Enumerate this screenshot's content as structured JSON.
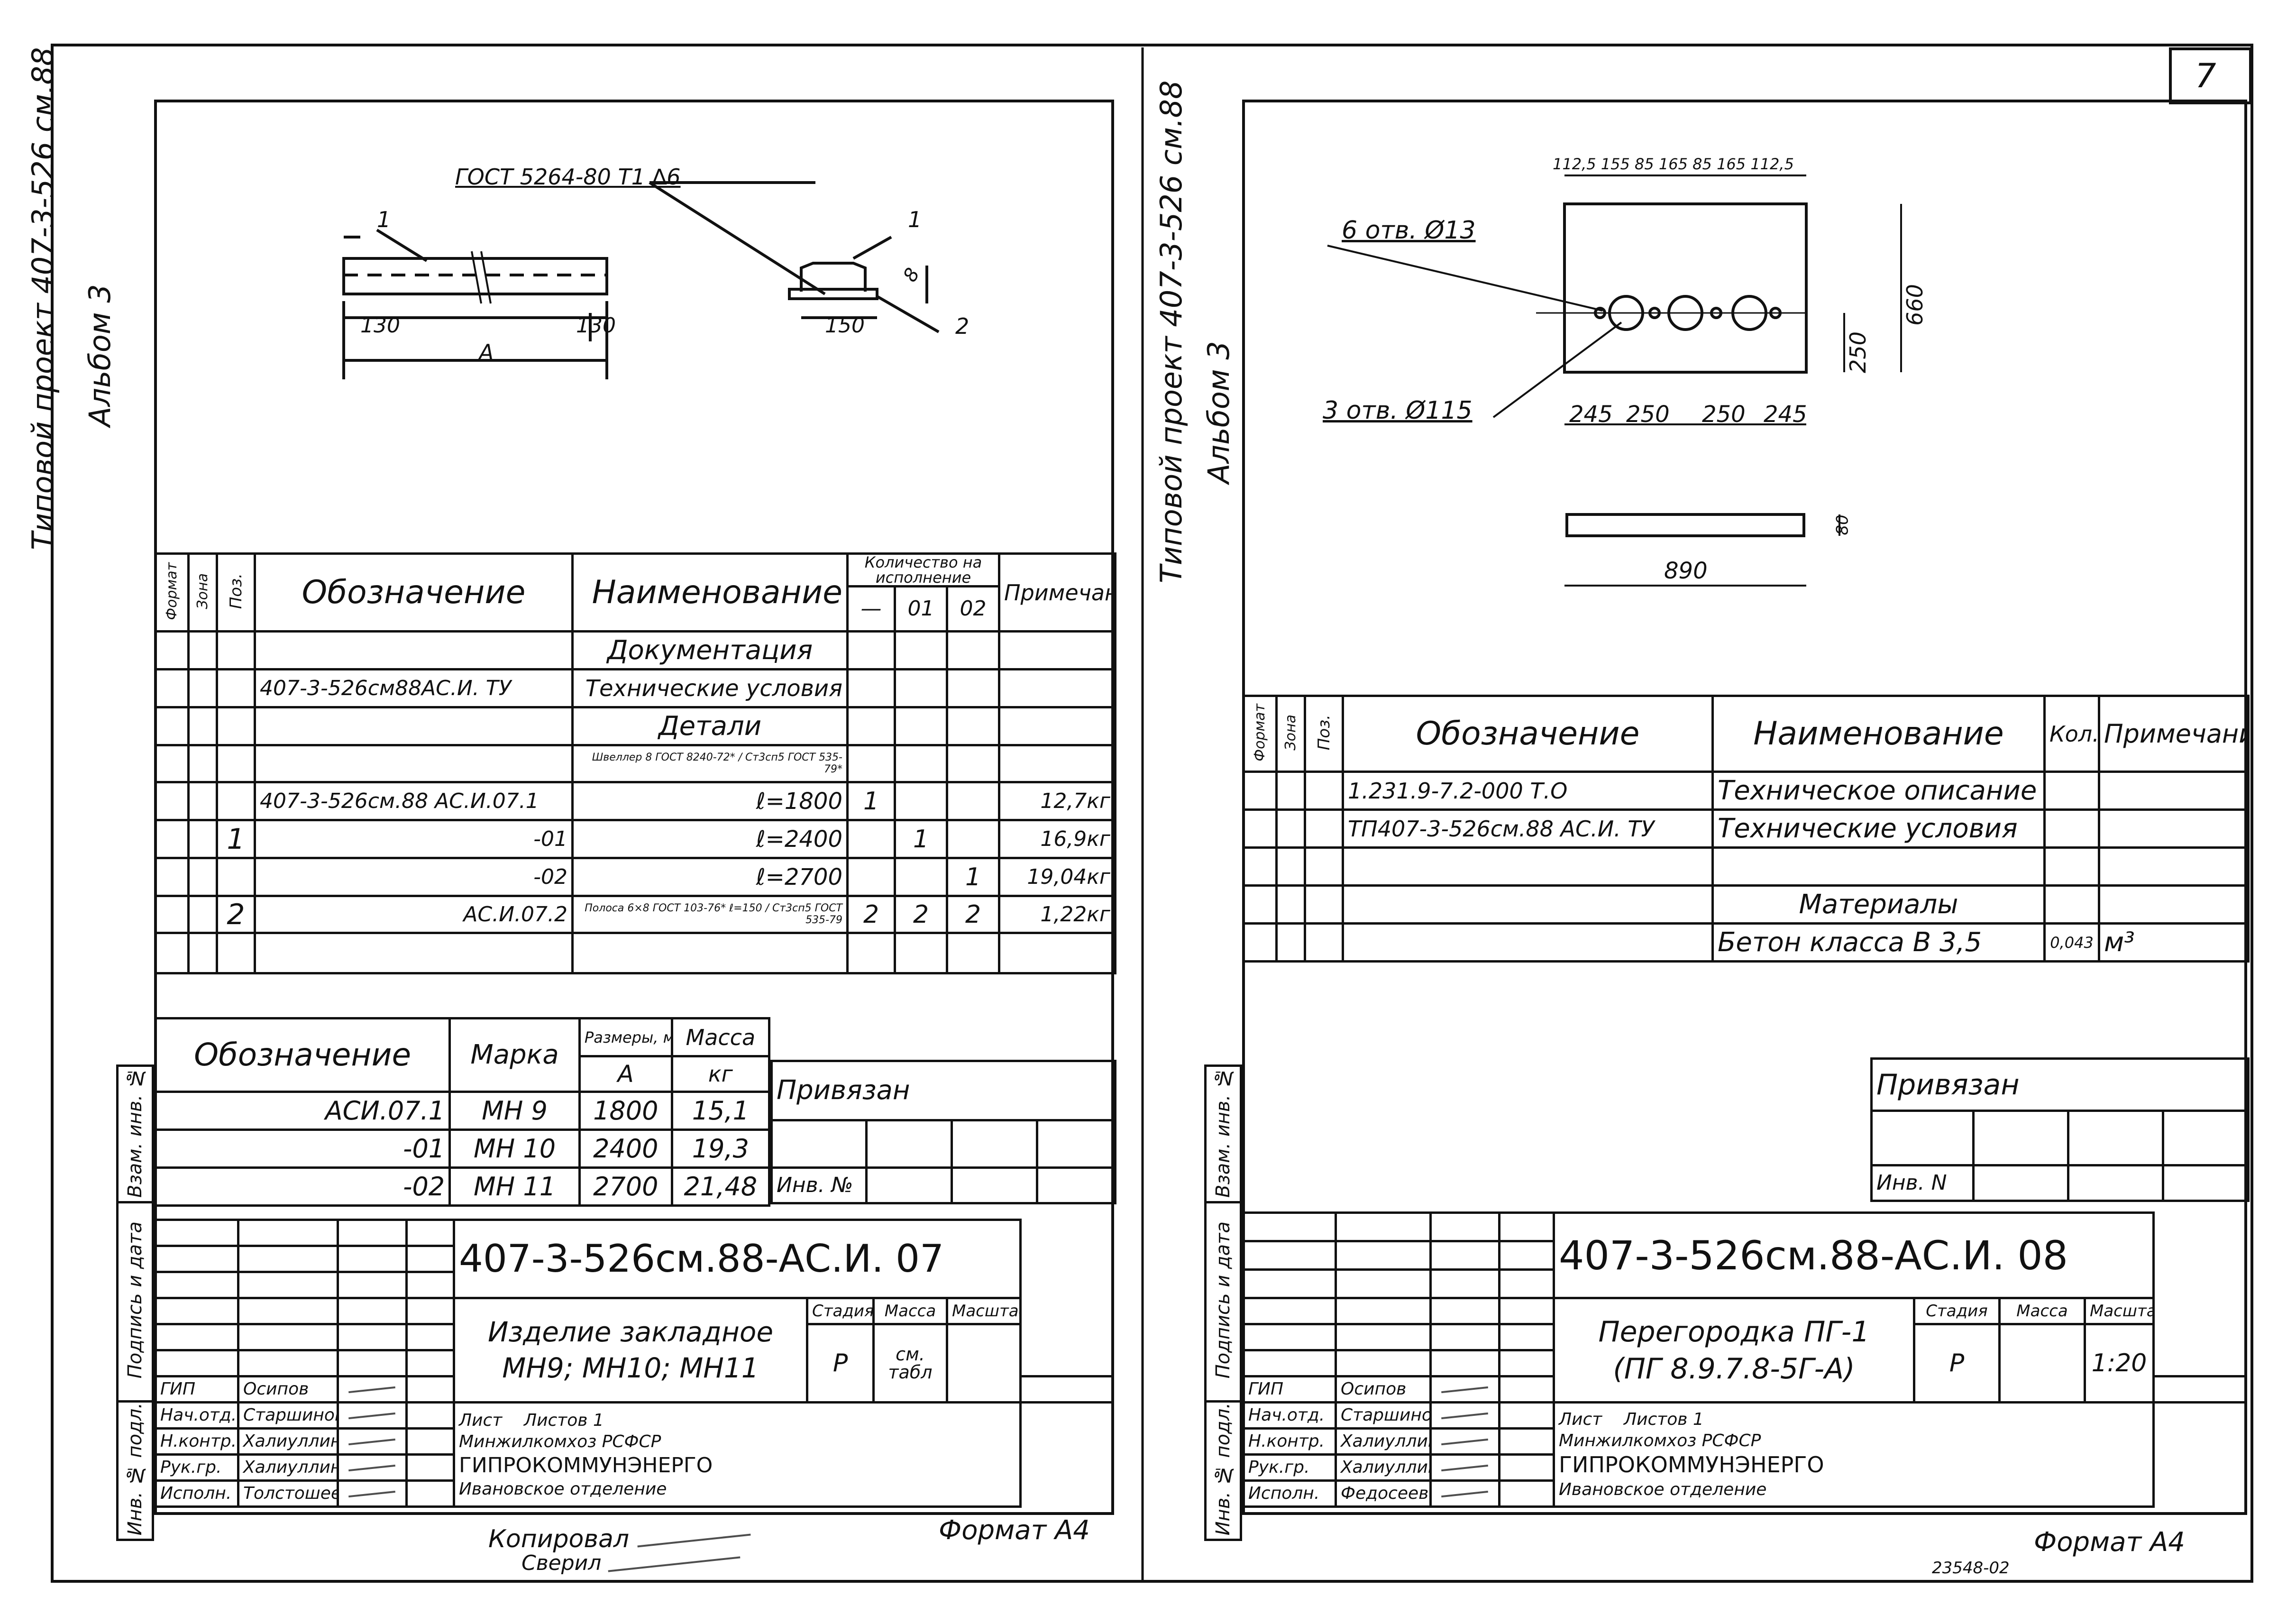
{
  "page_number": "7",
  "bottom_code": "23548-02",
  "left_sheet": {
    "album_title_1": "Типовой проект 407-3-526 см.88",
    "album_title_2": "Альбом 3",
    "drawing": {
      "gost_note": "ГОСТ 5264-80 Т1 ∆6",
      "pos_1a": "1",
      "pos_1b": "1",
      "pos_2": "2",
      "dim_130_left": "130",
      "dim_130_right": "130",
      "dim_A": "A",
      "dim_150": "150",
      "dim_8": "8"
    },
    "spec_headers": {
      "format": "Формат",
      "zone": "Зона",
      "pos": "Поз.",
      "designation": "Обозначение",
      "name": "Наименование",
      "qty_group": "Количество на исполнение",
      "qty_dash": "—",
      "qty_01": "01",
      "qty_02": "02",
      "note": "Примечание"
    },
    "spec_rows": [
      {
        "pos": "",
        "designation": "",
        "name": "Документация",
        "q0": "",
        "q1": "",
        "q2": "",
        "note": ""
      },
      {
        "pos": "",
        "designation": "407-3-526см88АС.И. ТУ",
        "name": "Технические условия",
        "q0": "",
        "q1": "",
        "q2": "",
        "note": ""
      },
      {
        "pos": "",
        "designation": "",
        "name": "Детали",
        "q0": "",
        "q1": "",
        "q2": "",
        "note": ""
      },
      {
        "pos": "",
        "designation": "",
        "name": "Швеллер 8 ГОСТ 8240-72* / Ст3сп5 ГОСТ 535-79*",
        "q0": "",
        "q1": "",
        "q2": "",
        "note": ""
      },
      {
        "pos": "",
        "designation": "407-3-526см.88 АС.И.07.1",
        "name": "ℓ=1800",
        "q0": "1",
        "q1": "",
        "q2": "",
        "note": "12,7кг"
      },
      {
        "pos": "1",
        "designation": "-01",
        "name": "ℓ=2400",
        "q0": "",
        "q1": "1",
        "q2": "",
        "note": "16,9кг"
      },
      {
        "pos": "",
        "designation": "-02",
        "name": "ℓ=2700",
        "q0": "",
        "q1": "",
        "q2": "1",
        "note": "19,04кг"
      },
      {
        "pos": "2",
        "designation": "АС.И.07.2",
        "name": "Полоса 6×8 ГОСТ 103-76* ℓ=150 / Ст3сп5 ГОСТ 535-79",
        "q0": "2",
        "q1": "2",
        "q2": "2",
        "note": "1,22кг"
      }
    ],
    "variants_headers": {
      "designation": "Обозначение",
      "mark": "Марка",
      "size": "Размеры, мм",
      "size_A": "A",
      "mass": "Масса",
      "mass_unit": "кг"
    },
    "variants_rows": [
      {
        "designation": "АСИ.07.1",
        "mark": "МН 9",
        "A": "1800",
        "mass": "15,1"
      },
      {
        "designation": "-01",
        "mark": "МН 10",
        "A": "2400",
        "mass": "19,3"
      },
      {
        "designation": "-02",
        "mark": "МН 11",
        "A": "2700",
        "mass": "21,48"
      }
    ],
    "privyazan": "Привязан",
    "inv_no": "Инв. №",
    "side_labels": [
      "Инв. № подл.",
      "Подпись и дата",
      "Взам. инв. №"
    ],
    "title_block": {
      "code": "407-3-526см.88-АС.И. 07",
      "title_line1": "Изделие закладное",
      "title_line2": "МН9; МН10; МН11",
      "stage_label": "Стадия",
      "mass_label": "Масса",
      "scale_label": "Масштаб",
      "stage": "Р",
      "mass": "см. табл",
      "scale": "",
      "sheet_label": "Лист",
      "sheets_label": "Листов 1",
      "org_1": "Минжилкомхоз РСФСР",
      "org_2": "ГИПРОКОММУНЭНЕРГО",
      "org_3": "Ивановское отделение",
      "roles": [
        {
          "role": "ГИП",
          "name": "Осипов"
        },
        {
          "role": "Нач.отд.",
          "name": "Старшинов"
        },
        {
          "role": "Н.контр.",
          "name": "Халиуллин"
        },
        {
          "role": "Рук.гр.",
          "name": "Халиуллин"
        },
        {
          "role": "Исполн.",
          "name": "Толстошеева"
        }
      ]
    },
    "copied_label": "Копировал",
    "checked_label": "Сверил",
    "format": "Формат А4"
  },
  "right_sheet": {
    "album_title_1": "Типовой проект 407-3-526 см.88",
    "album_title_2": "Альбом 3",
    "drawing": {
      "top_dims": "112,5  155  85  165  85  165  112,5",
      "holes_small": "6 отв. Ø13",
      "holes_large": "3 отв. Ø115",
      "dim_660": "660",
      "dim_250_v": "250",
      "dim_bottom": [
        "245",
        "250",
        "250",
        "245"
      ],
      "dim_890": "890",
      "dim_80": "80"
    },
    "spec_headers": {
      "format": "Формат",
      "zone": "Зона",
      "pos": "Поз.",
      "designation": "Обозначение",
      "name": "Наименование",
      "qty": "Кол.",
      "note": "Примечание"
    },
    "spec_rows": [
      {
        "designation": "1.231.9-7.2-000 Т.О",
        "name": "Техническое описание",
        "qty": "",
        "note": ""
      },
      {
        "designation": "ТП407-3-526см.88 АС.И. ТУ",
        "name": "Технические условия",
        "qty": "",
        "note": ""
      },
      {
        "designation": "",
        "name": "",
        "qty": "",
        "note": ""
      },
      {
        "designation": "",
        "name": "Материалы",
        "qty": "",
        "note": ""
      },
      {
        "designation": "",
        "name": "Бетон класса В 3,5",
        "qty": "0,043",
        "note": "м³"
      }
    ],
    "privyazan": "Привязан",
    "inv_no": "Инв. N",
    "side_labels": [
      "Инв. № подл.",
      "Подпись и дата",
      "Взам. инв. №"
    ],
    "title_block": {
      "code": "407-3-526см.88-АС.И. 08",
      "title_line1": "Перегородка ПГ-1",
      "title_line2": "(ПГ 8.9.7.8-5Г-А)",
      "stage_label": "Стадия",
      "mass_label": "Масса",
      "scale_label": "Масштаб",
      "stage": "Р",
      "mass": "",
      "scale": "1:20",
      "sheet_label": "Лист",
      "sheets_label": "Листов 1",
      "org_1": "Минжилкомхоз РСФСР",
      "org_2": "ГИПРОКОММУНЭНЕРГО",
      "org_3": "Ивановское отделение",
      "roles": [
        {
          "role": "ГИП",
          "name": "Осипов"
        },
        {
          "role": "Нач.отд.",
          "name": "Старшинов"
        },
        {
          "role": "Н.контр.",
          "name": "Халиуллин"
        },
        {
          "role": "Рук.гр.",
          "name": "Халиуллин"
        },
        {
          "role": "Исполн.",
          "name": "Федосеева"
        }
      ]
    },
    "format": "Формат А4"
  }
}
